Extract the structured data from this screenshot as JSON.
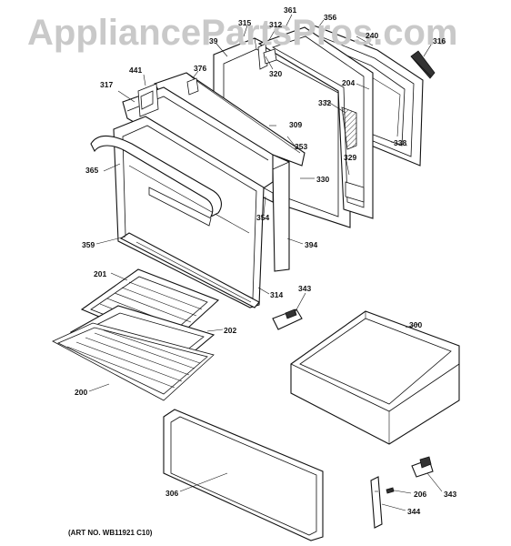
{
  "watermark": "AppliancePartsPros.com",
  "art_number": "(ART NO. WB11921 C10)",
  "callouts": {
    "c361": "361",
    "c356": "356",
    "c315": "315",
    "c312": "312",
    "c240": "240",
    "c316": "316",
    "c39": "39",
    "c320": "320",
    "c441": "441",
    "c376": "376",
    "c204": "204",
    "c317": "317",
    "c332": "332",
    "c309": "309",
    "c353": "353",
    "c338": "338",
    "c365": "365",
    "c329": "329",
    "c330": "330",
    "c354": "354",
    "c394": "394",
    "c359": "359",
    "c314": "314",
    "c343a": "343",
    "c201": "201",
    "c300": "300",
    "c202": "202",
    "c200": "200",
    "c306": "306",
    "c206": "206",
    "c343b": "343",
    "c344": "344"
  }
}
